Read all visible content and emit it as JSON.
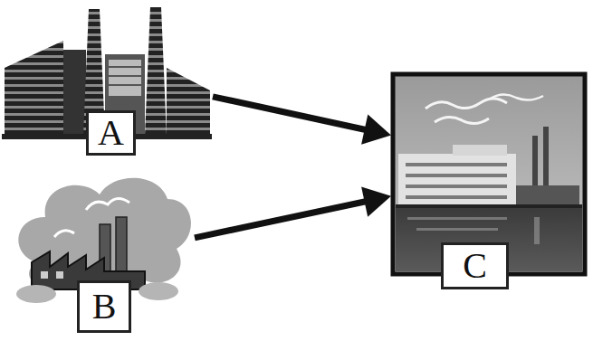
{
  "diagram": {
    "nodes": [
      {
        "text": [
          "A"
        ]
      },
      {
        "text": [
          "B"
        ]
      },
      {
        "text": [
          "C"
        ]
      }
    ],
    "edges": [
      {
        "from": 0,
        "to": 2,
        "arrow": "to"
      },
      {
        "from": 1,
        "to": 2,
        "arrow": "to"
      }
    ]
  }
}
